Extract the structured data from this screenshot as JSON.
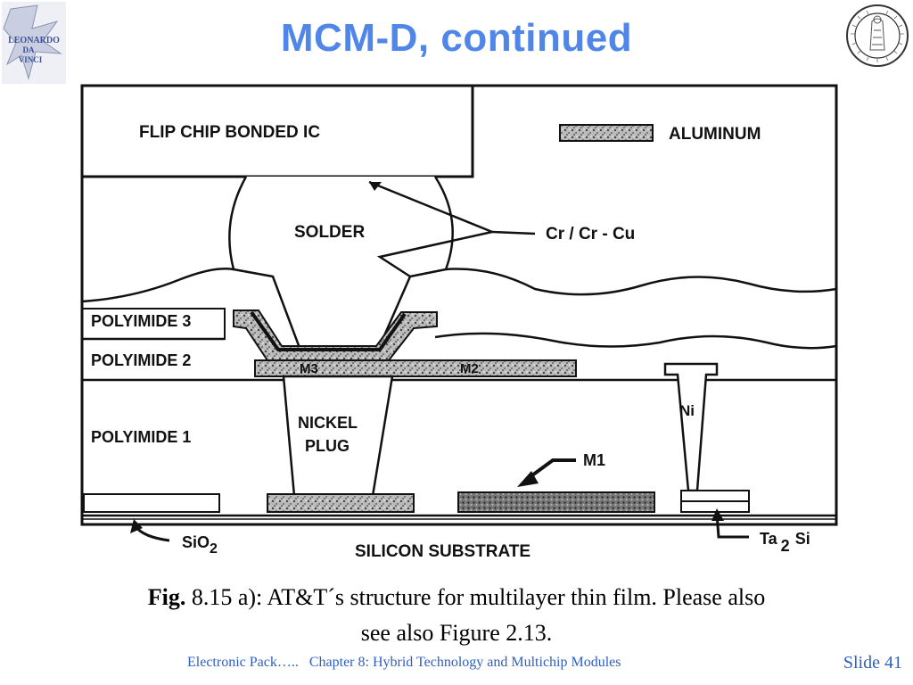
{
  "slide": {
    "title": "MCM-D, continued",
    "caption_lead": "Fig.",
    "caption_line1": " 8.15 a): AT&T´s structure for multilayer thin film. Please also",
    "caption_line2": "see also Figure 2.13.",
    "footer_text": "Electronic Pack…..   Chapter 8: Hybrid Technology and Multichip Modules",
    "slide_number": "Slide 41"
  },
  "logos": {
    "left_text": [
      "LEONARDO",
      "DA",
      "VINCI"
    ]
  },
  "diagram": {
    "labels": {
      "flip_chip": "FLIP CHIP BONDED IC",
      "aluminum": "ALUMINUM",
      "solder": "SOLDER",
      "cr_cu": "Cr / Cr  -  Cu",
      "polyimide3": "POLYIMIDE 3",
      "polyimide2": "POLYIMIDE 2",
      "polyimide1": "POLYIMIDE 1",
      "m3": "M3",
      "m2": "M2",
      "m1": "M1",
      "nickel": "NICKEL",
      "plug": "PLUG",
      "ni": "Ni",
      "sio2": "SiO",
      "sio2_sub": "2",
      "substrate": "SILICON SUBSTRATE",
      "tasi_ta": "Ta",
      "tasi_sub": "2",
      "tasi_si": "Si"
    }
  }
}
